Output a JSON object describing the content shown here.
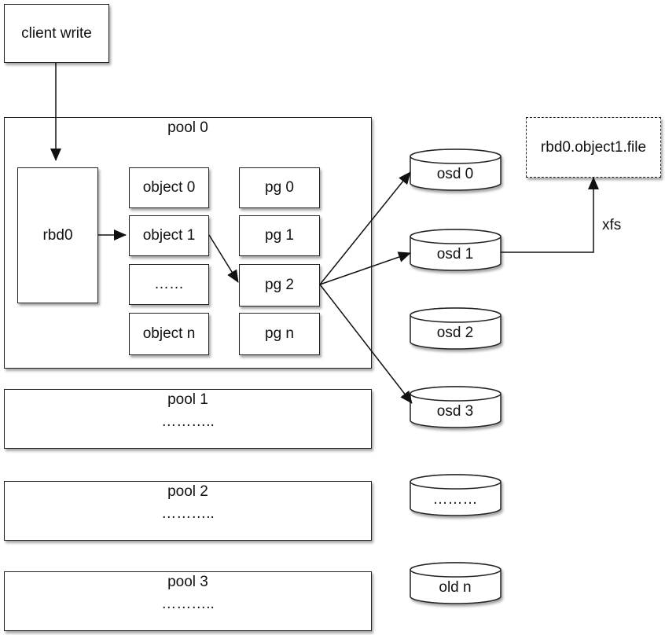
{
  "client": {
    "label": "client write"
  },
  "pools": [
    {
      "title": "pool 0",
      "dots": ""
    },
    {
      "title": "pool 1",
      "dots": "……….."
    },
    {
      "title": "pool 2",
      "dots": "……….."
    },
    {
      "title": "pool 3",
      "dots": "……….."
    }
  ],
  "rbd": {
    "label": "rbd0"
  },
  "objects": [
    "object 0",
    "object 1",
    "……",
    "object n"
  ],
  "pgs": [
    "pg 0",
    "pg 1",
    "pg 2",
    "pg n"
  ],
  "osds": [
    "osd 0",
    "osd 1",
    "osd 2",
    "osd 3",
    "………",
    "old n"
  ],
  "file": {
    "label": "rbd0.object1.file"
  },
  "fs_label": "xfs"
}
